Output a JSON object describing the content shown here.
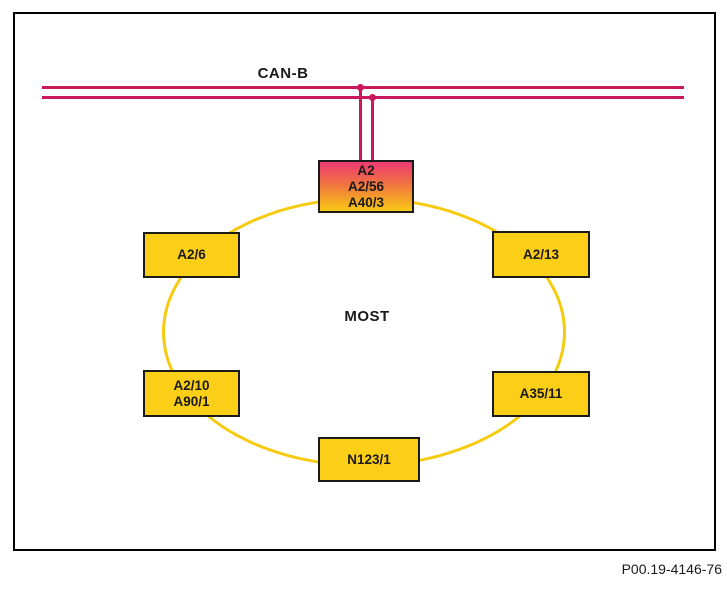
{
  "diagram": {
    "bus_label": "CAN-B",
    "ring_label": "MOST",
    "caption": "P00.19-4146-76",
    "nodes": {
      "gateway": "A2\nA2/56\nA40/3",
      "upper_left": "A2/6",
      "upper_right": "A2/13",
      "lower_left": "A2/10\nA90/1",
      "lower_right": "A35/11",
      "bottom": "N123/1"
    },
    "colors": {
      "bus_line": "#c9185c",
      "node_fill": "#fbce17",
      "node_border": "#1a1a1a",
      "ring_stroke": "#f6cb0e",
      "gateway_gradient_top": "#ee3a72",
      "gateway_gradient_mid": "#f0773d",
      "gateway_gradient_bottom": "#f8ca15",
      "frame_border": "#000000",
      "background": "#ffffff"
    }
  }
}
